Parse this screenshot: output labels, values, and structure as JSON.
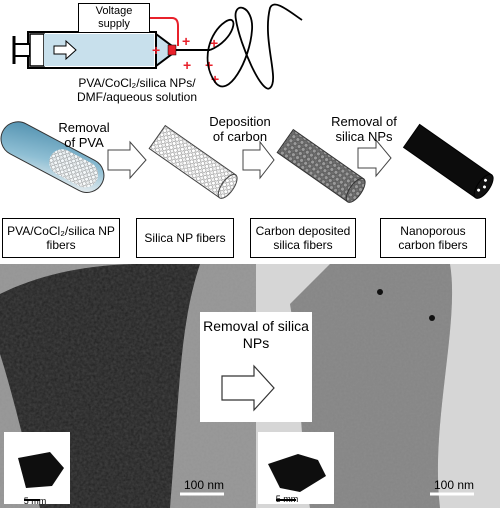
{
  "top": {
    "voltage_label": "Voltage supply",
    "solution_label_line1": "PVA/CoCl₂/silica NPs/",
    "solution_label_line2": "DMF/aqueous solution"
  },
  "process": {
    "step1_label": "Removal of PVA",
    "step2_label": "Deposition of carbon",
    "step3_label": "Removal of silica NPs",
    "boxes": [
      "PVA/CoCl₂/silica NP fibers",
      "Silica NP fibers",
      "Carbon deposited silica fibers",
      "Nanoporous carbon fibers"
    ]
  },
  "tem": {
    "middle_label": "Removal of silica NPs",
    "left_scale": "100 nm",
    "right_scale": "100 nm",
    "left_inset_scale": "5 mm",
    "right_inset_scale": "5 mm"
  },
  "colors": {
    "syringe_fill": "#c8e0ec",
    "charge": "#e8212b",
    "fiber_blue": "#5a97b3",
    "tem_bg_left": "#9b9b9b",
    "tem_fiber_left": "#3a3a3a",
    "tem_bg_right": "#d6d6d6",
    "tem_fiber_right": "#8c8c8c"
  }
}
